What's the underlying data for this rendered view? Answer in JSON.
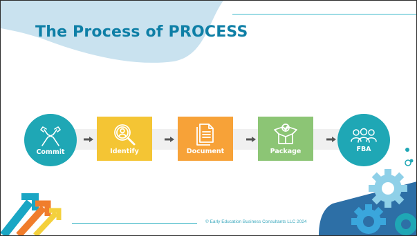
{
  "title": "The Process of PROCESS",
  "steps": [
    {
      "label": "Commit",
      "icon": "handshake-icon",
      "color": "#1fa7b5"
    },
    {
      "label": "Identify",
      "icon": "magnifier-person-icon",
      "color": "#f4c534"
    },
    {
      "label": "Document",
      "icon": "document-icon",
      "color": "#f7a238"
    },
    {
      "label": "Package",
      "icon": "open-box-icon",
      "color": "#8cc575"
    },
    {
      "label": "FBA",
      "icon": "team-icon",
      "color": "#1fa7b5"
    }
  ],
  "footer": {
    "copyright": "© Early Education Business Consultants LLC 2024"
  },
  "colors": {
    "accent": "#0e7fa6",
    "teal": "#1fa7b5",
    "light_blue": "#bcdbe9",
    "gear": "#2e7fb8",
    "gear_light": "#8fd0e8"
  }
}
